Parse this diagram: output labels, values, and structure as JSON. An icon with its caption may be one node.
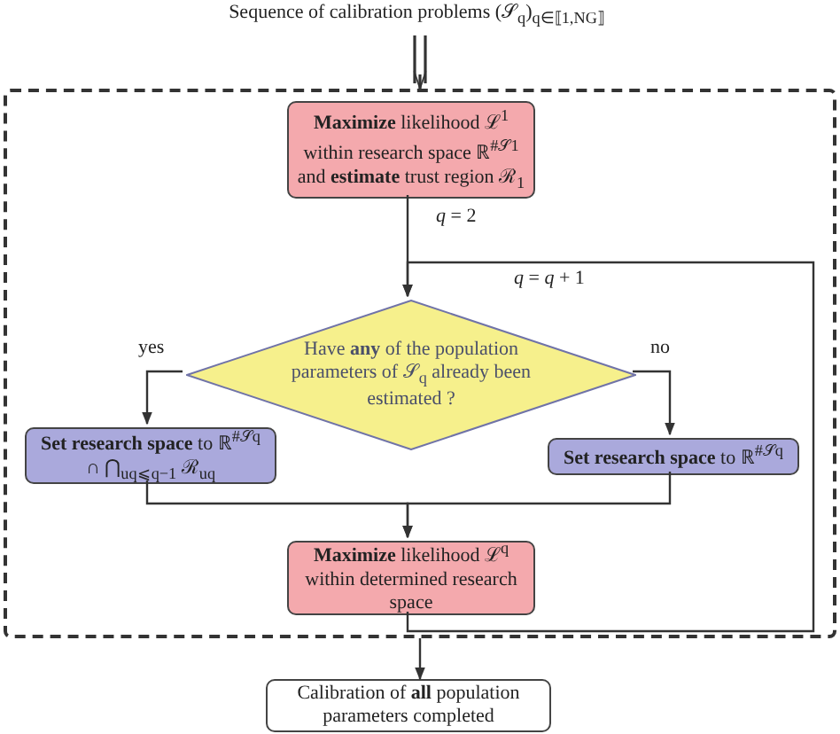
{
  "diagram": {
    "nodes": [
      {
        "text": [
          "Sequence of calibration problems (𝒮$_{q}$)$_{q∈⟦1,NG⟧}$"
        ]
      },
      {
        "text": [],
        "shape": "box"
      },
      {
        "text": [
          "**Maximize** likelihood ℒ$^{1}$ within research space ℝ$^{#𝒮1}$ and **estimate** trust region ℛ$_{1}$"
        ],
        "in": 1
      },
      {
        "text": [
          "Have **any** of the population parameters of 𝒮$_{q}$ already been estimated ?"
        ],
        "in": 1
      },
      {
        "text": [
          "**Set research space** to ℝ$^{#𝒮q}$ ∩ ⋂$_{uq⩽q−1}$ ℛ$_{uq}$"
        ],
        "in": 1
      },
      {
        "text": [
          "**Set research space** to ℝ$^{#𝒮q}$"
        ],
        "in": 1
      },
      {
        "text": [
          "**Maximize** likelihood ℒ$^{q}$ within determined research space"
        ],
        "in": 1
      },
      {
        "text": [
          "Calibration of **all** population parameters completed"
        ]
      }
    ],
    "edges": [
      {
        "from": 0,
        "to": 1,
        "arrow": "to"
      },
      {
        "from": 2,
        "to": 3,
        "arrow": "to",
        "label": "*q* = 2"
      },
      {
        "from": 3,
        "to": 4,
        "arrow": "to",
        "label": "yes"
      },
      {
        "from": 3,
        "to": 5,
        "arrow": "to",
        "label": "no"
      },
      {
        "from": 4,
        "to": 6,
        "arrow": "to"
      },
      {
        "from": 5,
        "to": 6,
        "arrow": "to"
      },
      {
        "from": 6,
        "to": 3,
        "arrow": "to",
        "label": "*q* = *q* + 1"
      },
      {
        "from": 1,
        "to": 7,
        "arrow": "to"
      }
    ]
  }
}
